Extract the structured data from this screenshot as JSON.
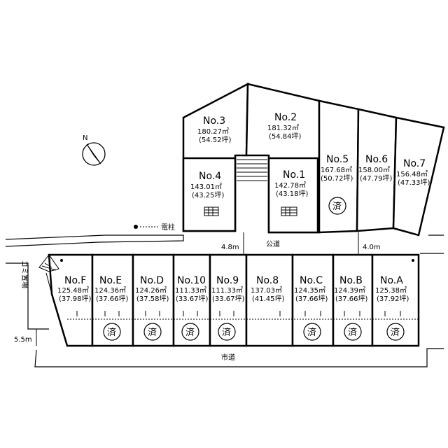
{
  "map": {
    "north_label": "N",
    "utility_pole_label": "電柱",
    "public_road_label": "公道",
    "city_road_label": "市道",
    "garbage_label": "ゴミ置場",
    "width_left": "4.8m",
    "width_right": "4.0m",
    "width_bottom_left": "5.5m",
    "sold_mark": "済",
    "lots": [
      {
        "id": "no3",
        "no": "No.3",
        "sqm": "180.27㎡",
        "tsubo": "(54.52坪)",
        "sold": false
      },
      {
        "id": "no2",
        "no": "No.2",
        "sqm": "181.32㎡",
        "tsubo": "(54.84坪)",
        "sold": false
      },
      {
        "id": "no5",
        "no": "No.5",
        "sqm": "167.68㎡",
        "tsubo": "(50.72坪)",
        "sold": true
      },
      {
        "id": "no6",
        "no": "No.6",
        "sqm": "158.00㎡",
        "tsubo": "(47.79坪)",
        "sold": false
      },
      {
        "id": "no7",
        "no": "No.7",
        "sqm": "156.48㎡",
        "tsubo": "(47.33坪)",
        "sold": false
      },
      {
        "id": "no4",
        "no": "No.4",
        "sqm": "143.01㎡",
        "tsubo": "(43.25坪)",
        "sold": false
      },
      {
        "id": "no1",
        "no": "No.1",
        "sqm": "142.78㎡",
        "tsubo": "(43.18坪)",
        "sold": false
      },
      {
        "id": "noF",
        "no": "No.F",
        "sqm": "125.48㎡",
        "tsubo": "(37.98坪)",
        "sold": false
      },
      {
        "id": "noE",
        "no": "No.E",
        "sqm": "124.36㎡",
        "tsubo": "(37.66坪)",
        "sold": true
      },
      {
        "id": "noD",
        "no": "No.D",
        "sqm": "124.26㎡",
        "tsubo": "(37.58坪)",
        "sold": true
      },
      {
        "id": "no10",
        "no": "No.10",
        "sqm": "111.33㎡",
        "tsubo": "(33.67坪)",
        "sold": true
      },
      {
        "id": "no9",
        "no": "No.9",
        "sqm": "111.33㎡",
        "tsubo": "(33.67坪)",
        "sold": true
      },
      {
        "id": "no8",
        "no": "No.8",
        "sqm": "137.03㎡",
        "tsubo": "(41.45坪)",
        "sold": false
      },
      {
        "id": "noC",
        "no": "No.C",
        "sqm": "124.35㎡",
        "tsubo": "(37.66坪)",
        "sold": true
      },
      {
        "id": "noB",
        "no": "No.B",
        "sqm": "124.39㎡",
        "tsubo": "(37.66坪)",
        "sold": true
      },
      {
        "id": "noA",
        "no": "No.A",
        "sqm": "125.38㎡",
        "tsubo": "(37.92坪)",
        "sold": true
      }
    ]
  }
}
